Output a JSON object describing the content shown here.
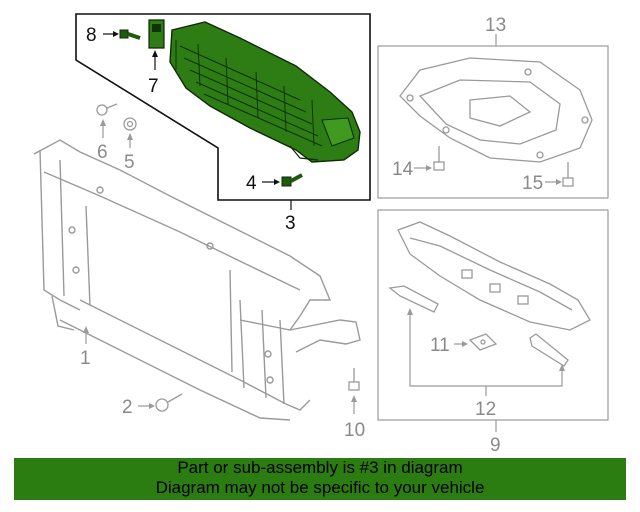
{
  "callouts": {
    "c1": "1",
    "c2": "2",
    "c3": "3",
    "c4": "4",
    "c5": "5",
    "c6": "6",
    "c7": "7",
    "c8": "8",
    "c9": "9",
    "c10": "10",
    "c11": "11",
    "c12": "12",
    "c13": "13",
    "c14": "14",
    "c15": "15"
  },
  "banner": {
    "line1": "Part or sub-assembly is #3 in diagram",
    "line2": "Diagram may not be specific to your vehicle"
  },
  "colors": {
    "highlight_part": "#2e7d14",
    "banner_bg": "#2b7d12",
    "line_art": "#9a9a9a"
  }
}
